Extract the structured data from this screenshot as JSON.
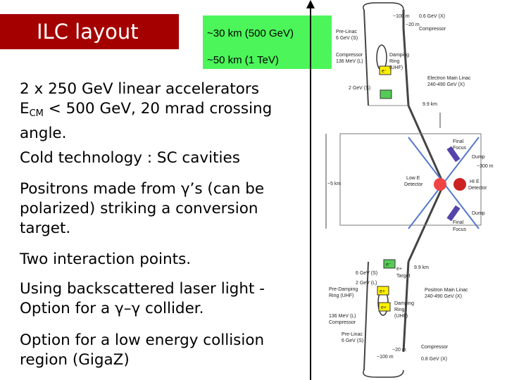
{
  "title": "ILC layout",
  "energy_box": {
    "line1": "~30 km (500 GeV)",
    "line2": "~50 km (1 TeV)"
  },
  "bullets": {
    "b1_line1": "2 x 250 GeV linear accelerators",
    "b1_line2_prefix": "E",
    "b1_line2_sub": "CM",
    "b1_line2_rest": " < 500 GeV, 20 mrad crossing",
    "b1_line3": "angle.",
    "b2": "Cold technology : SC cavities",
    "b3_line1": "Positrons made from γ’s (can be",
    "b3_line2": "polarized) striking a conversion",
    "b3_line3": "target.",
    "b4": "Two interaction points.",
    "b5_line1": "Using backscattered laser light -",
    "b5_line2": "Option for a γ–γ  collider.",
    "b6_line1": "Option for a low energy collision",
    "b6_line2": "region (GigaZ)"
  },
  "diagram": {
    "top_dim_100m": "~100 m",
    "top_dim_20m": "~20 m",
    "top_right_energy_1": "0.6 GeV (X)",
    "top_right_compressor": "Compressor",
    "prelinac_label_1": "Pre-Linac",
    "prelinac_label_2": "6 GeV (S)",
    "compressor_label_1": "Compressor",
    "compressor_label_2": "136 MeV (L)",
    "damping_ring_1": "Damping",
    "damping_ring_2": "Ring",
    "damping_ring_3": "(UHF)",
    "e_minus": "e⁻",
    "two_gev": "2 GeV (S)",
    "electron_main_linac_1": "Electron Main Linac",
    "electron_main_linac_2": "240-490 GeV (X)",
    "upper_dist": "9.9 km",
    "final_focus": "Final",
    "final_focus_2": "Focus",
    "dump": "Dump",
    "dist_300m": "~300 m",
    "low_e_1": "Low E",
    "low_e_2": "Detector",
    "hi_e_1": "HI E",
    "hi_e_2": "Detector",
    "dist_5km": "~5 km",
    "dump_lower": "Dump",
    "final_focus_lower_1": "Final",
    "final_focus_lower_2": "Focus",
    "e_minus_lower": "e⁻",
    "six_gev_s": "6 GeV (S)",
    "two_gev_l": "2 GeV (L)",
    "e_plus_target_1": "e+",
    "e_plus_target_2": "Target",
    "lower_dist": "9.9 km",
    "positron_main_linac_1": "Positron Main Linac",
    "positron_main_linac_2": "240-490 GeV (X)",
    "pre_damping_1": "Pre-Damping",
    "pre_damping_2": "Ring (UHF)",
    "e_plus_1": "e+",
    "e_plus_2": "e+",
    "lower_damping_1": "Damping",
    "lower_damping_2": "Ring",
    "lower_damping_3": "(UHF)",
    "lower_compressor_1": "136 MeV (L)",
    "lower_compressor_2": "Compressor",
    "lower_prelinac_1": "Pre-Linac",
    "lower_prelinac_2": "6 GeV (S)",
    "bottom_dim_20m": "~20 m",
    "bottom_dim_100m": "~100 m",
    "bottom_compressor": "Compressor",
    "bottom_right_energy": "0.8 GeV (X)"
  },
  "colors": {
    "title_bg": "#a50000",
    "energy_box_bg": "#4cf55a"
  }
}
